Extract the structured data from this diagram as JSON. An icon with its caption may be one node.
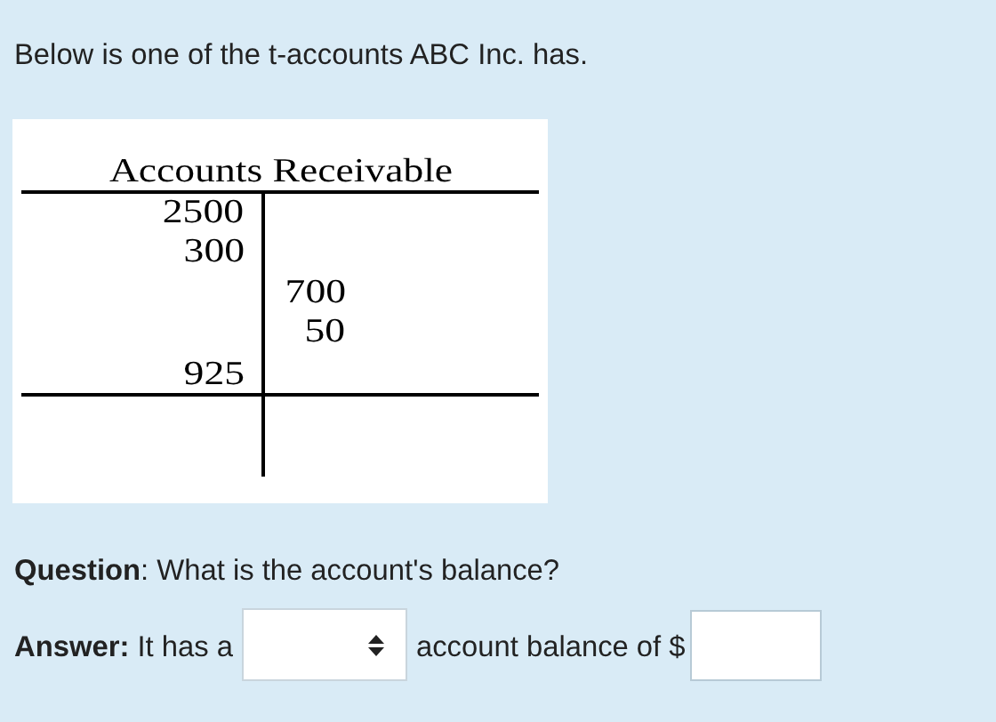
{
  "diagram": {
    "labels": [
      "Below is one of the t-accounts ABC Inc. has.",
      "Accounts Receivable",
      "2500",
      "300",
      "700",
      "50",
      "925",
      "**Question**: What is the account's balance?",
      "**Answer:** It has a",
      "account balance of $"
    ]
  }
}
